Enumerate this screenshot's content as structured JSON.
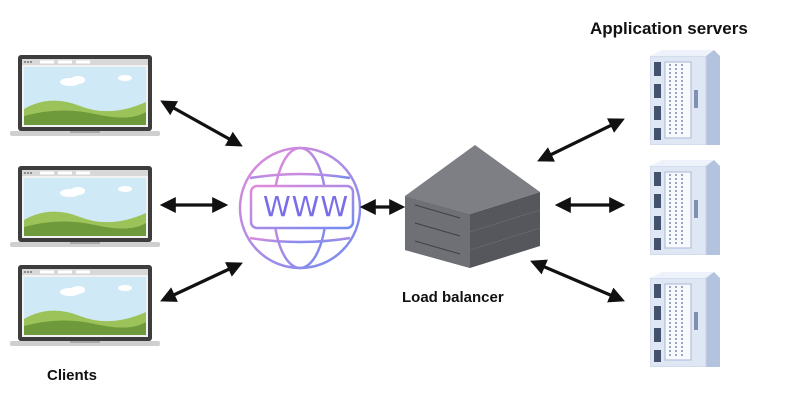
{
  "labels": {
    "app_servers": "Application servers",
    "load_balancer": "Load balancer",
    "clients": "Clients",
    "www": "WWW"
  },
  "nodes": {
    "clients": [
      "laptop",
      "laptop",
      "laptop"
    ],
    "internet": "globe-www",
    "balancer": "stacked-server",
    "servers": [
      "server-rack",
      "server-rack",
      "server-rack"
    ]
  },
  "colors": {
    "arrow": "#111111",
    "laptop_frame": "#444444",
    "sky": "#cfeaf6",
    "hill_light": "#9cc35a",
    "hill_dark": "#6f9a3c",
    "globe_start": "#e58ad9",
    "globe_end": "#6f8cf3",
    "balancer": "#6e7076",
    "rack": "#dfe7f4",
    "rack_side": "#b3c2dd"
  }
}
